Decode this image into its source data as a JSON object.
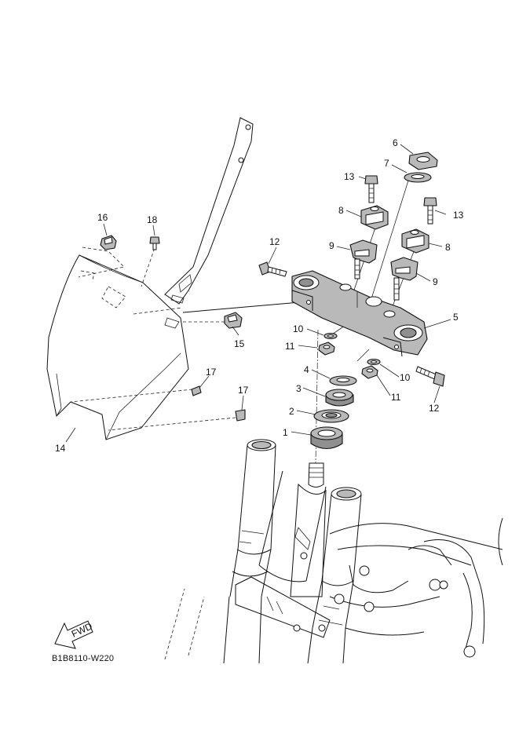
{
  "diagram": {
    "code": "B1B8110-W220",
    "fwd_label": "FWD",
    "callouts": [
      "1",
      "2",
      "3",
      "4",
      "5",
      "6",
      "7",
      "8",
      "8",
      "9",
      "9",
      "10",
      "10",
      "11",
      "11",
      "12",
      "12",
      "13",
      "13",
      "14",
      "15",
      "16",
      "17",
      "17",
      "18"
    ]
  }
}
